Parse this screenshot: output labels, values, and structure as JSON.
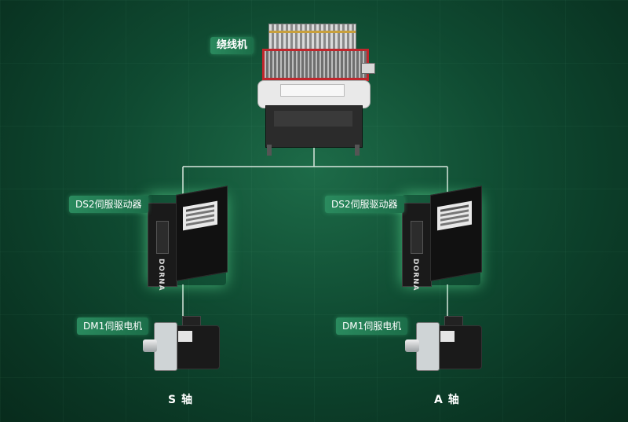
{
  "labels": {
    "machine": "绕线机",
    "left_drive": "DS2伺服驱动器",
    "right_drive": "DS2伺服驱动器",
    "left_motor": "DM1伺服电机",
    "right_motor": "DM1伺服电机",
    "left_axis": "S 轴",
    "right_axis": "A 轴"
  },
  "drive_brand": "DORNA",
  "colors": {
    "line": "#d8e6dd",
    "label_bg": "#2a8a5e",
    "machine_red": "#c0262c",
    "glow": "#6effaa"
  }
}
